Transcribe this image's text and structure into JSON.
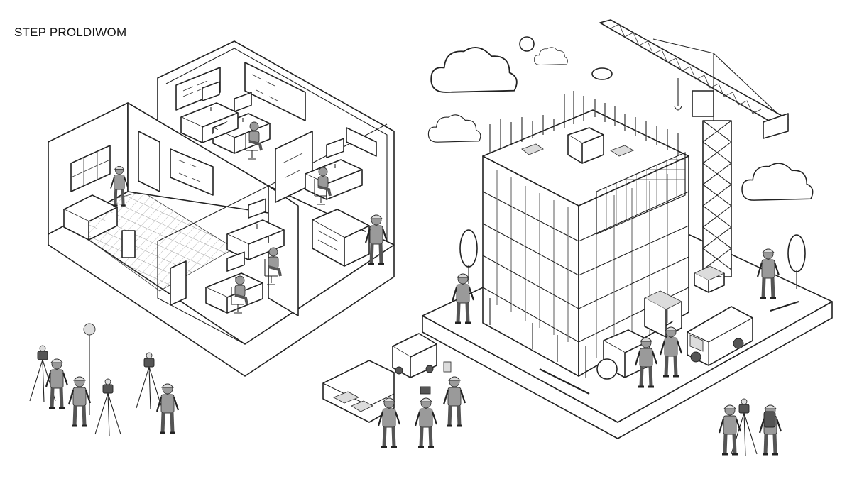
{
  "header": {
    "title": "STEP PROLDIWOM"
  },
  "colors": {
    "line": "#222222",
    "shade": "#9a9a9a",
    "light": "#dcdcdc",
    "background": "#ffffff"
  },
  "icons": [
    "office-cutaway-illustration",
    "construction-site-illustration",
    "tower-crane-icon",
    "survey-tripod-icon",
    "cloud-icon",
    "tree-icon",
    "van-icon",
    "worker-icon"
  ]
}
